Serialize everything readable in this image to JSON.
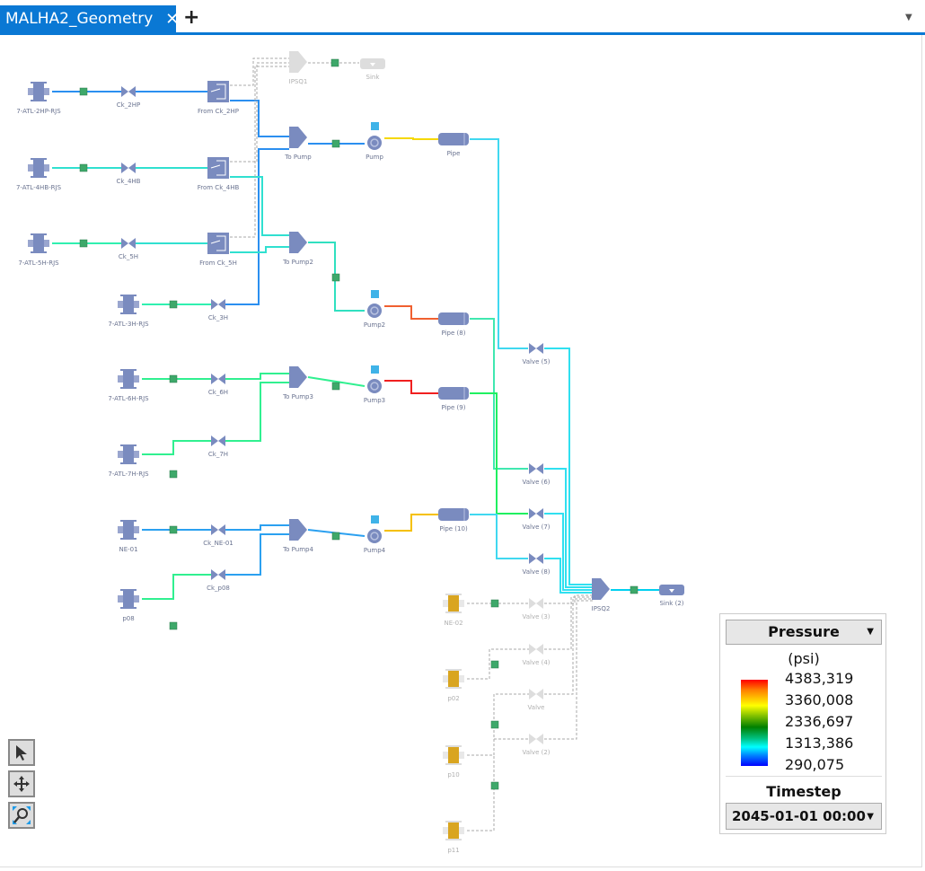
{
  "tabs": {
    "active_title": "MALHA2_Geometry",
    "close_icon": "close-icon",
    "add_icon": "plus-icon",
    "overflow_icon": "chevron-down-icon"
  },
  "legend": {
    "variable": "Pressure",
    "unit": "(psi)",
    "scale_values": [
      "4383,319",
      "3360,008",
      "2336,697",
      "1313,386",
      "290,075"
    ],
    "timestep_label": "Timestep",
    "timestep_value": "2045-01-01 00:00",
    "colormap": [
      "#ff0000",
      "#ffff00",
      "#008000",
      "#00ffff",
      "#0000ff"
    ]
  },
  "tools": [
    {
      "name": "select-tool",
      "icon": "pointer-icon"
    },
    {
      "name": "pan-tool",
      "icon": "move-icon"
    },
    {
      "name": "zoom-extent-tool",
      "icon": "zoom-fit-icon"
    }
  ],
  "nodes": [
    {
      "id": "src1",
      "label": "7-ATL-2HP-RJS",
      "type": "source"
    },
    {
      "id": "ck1",
      "label": "Ck_2HP",
      "type": "choke"
    },
    {
      "id": "fr1",
      "label": "From Ck_2HP",
      "type": "splitter"
    },
    {
      "id": "src2",
      "label": "7-ATL-4HB-RJS",
      "type": "source"
    },
    {
      "id": "ck2",
      "label": "Ck_4HB",
      "type": "choke"
    },
    {
      "id": "fr2",
      "label": "From Ck_4HB",
      "type": "splitter"
    },
    {
      "id": "src3",
      "label": "7-ATL-5H-RJS",
      "type": "source"
    },
    {
      "id": "ck3",
      "label": "Ck_5H",
      "type": "choke"
    },
    {
      "id": "fr3",
      "label": "From Ck_5H",
      "type": "splitter"
    },
    {
      "id": "src4",
      "label": "7-ATL-3H-RJS",
      "type": "source"
    },
    {
      "id": "ck4",
      "label": "Ck_3H",
      "type": "choke"
    },
    {
      "id": "src5",
      "label": "7-ATL-6H-RJS",
      "type": "source"
    },
    {
      "id": "ck5",
      "label": "Ck_6H",
      "type": "choke"
    },
    {
      "id": "src6",
      "label": "7-ATL-7H-RJS",
      "type": "source"
    },
    {
      "id": "ck6",
      "label": "Ck_7H",
      "type": "choke"
    },
    {
      "id": "src7",
      "label": "NE-01",
      "type": "source"
    },
    {
      "id": "ck7",
      "label": "Ck_NE-01",
      "type": "choke"
    },
    {
      "id": "src8",
      "label": "p08",
      "type": "source"
    },
    {
      "id": "ck8",
      "label": "Ck_p08",
      "type": "choke"
    },
    {
      "id": "ipsq1",
      "label": "IPSQ1",
      "type": "manifold",
      "inactive": true
    },
    {
      "id": "sink1",
      "label": "Sink",
      "type": "sink",
      "inactive": true
    },
    {
      "id": "tp1",
      "label": "To Pump",
      "type": "manifold"
    },
    {
      "id": "pump1",
      "label": "Pump",
      "type": "pump"
    },
    {
      "id": "pipe1",
      "label": "Pipe",
      "type": "pipe"
    },
    {
      "id": "tp2",
      "label": "To Pump2",
      "type": "manifold"
    },
    {
      "id": "pump2",
      "label": "Pump2",
      "type": "pump"
    },
    {
      "id": "pipe8",
      "label": "Pipe (8)",
      "type": "pipe"
    },
    {
      "id": "tp3",
      "label": "To Pump3",
      "type": "manifold"
    },
    {
      "id": "pump3",
      "label": "Pump3",
      "type": "pump"
    },
    {
      "id": "pipe9",
      "label": "Pipe (9)",
      "type": "pipe"
    },
    {
      "id": "tp4",
      "label": "To Pump4",
      "type": "manifold"
    },
    {
      "id": "pump4",
      "label": "Pump4",
      "type": "pump"
    },
    {
      "id": "pipe10",
      "label": "Pipe (10)",
      "type": "pipe"
    },
    {
      "id": "v5",
      "label": "Valve (5)",
      "type": "valve"
    },
    {
      "id": "v6",
      "label": "Valve (6)",
      "type": "valve"
    },
    {
      "id": "v7",
      "label": "Valve (7)",
      "type": "valve"
    },
    {
      "id": "v8",
      "label": "Valve (8)",
      "type": "valve"
    },
    {
      "id": "ipsq2",
      "label": "IPSQ2",
      "type": "manifold"
    },
    {
      "id": "sink2",
      "label": "Sink (2)",
      "type": "sink"
    },
    {
      "id": "ne02",
      "label": "NE-02",
      "type": "source",
      "inactive": true
    },
    {
      "id": "v3",
      "label": "Valve (3)",
      "type": "valve",
      "inactive": true
    },
    {
      "id": "p02",
      "label": "p02",
      "type": "source",
      "inactive": true
    },
    {
      "id": "v4",
      "label": "Valve (4)",
      "type": "valve",
      "inactive": true
    },
    {
      "id": "p10",
      "label": "p10",
      "type": "source",
      "inactive": true
    },
    {
      "id": "v0",
      "label": "Valve",
      "type": "valve",
      "inactive": true
    },
    {
      "id": "v2",
      "label": "Valve (2)",
      "type": "valve",
      "inactive": true
    },
    {
      "id": "p11",
      "label": "p11",
      "type": "source",
      "inactive": true
    }
  ]
}
